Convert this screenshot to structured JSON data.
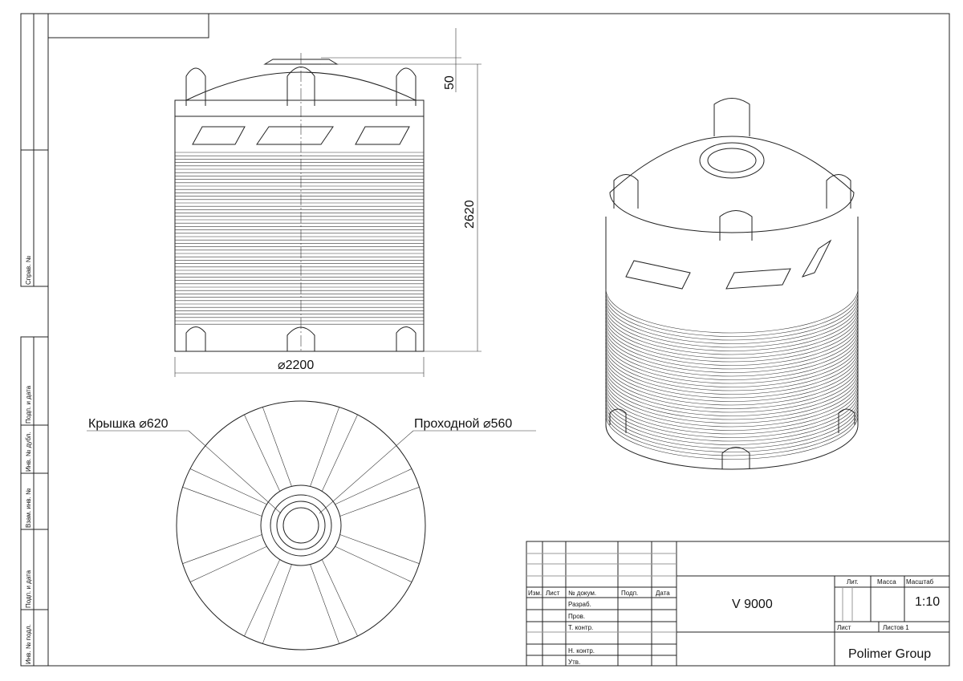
{
  "side_strip": {
    "sprav": "Справ. №",
    "podp_data_1": "Подп. и дата",
    "inv_dubl": "Инв. № дубл.",
    "vzam_inv": "Взам. инв. №",
    "podp_data_2": "Подп. и дата",
    "inv_podl": "Инв. № подл."
  },
  "dimensions": {
    "cap_offset": "50",
    "height": "2620",
    "diameter": "⌀2200",
    "lid_label": "Крышка ⌀620",
    "manhole_label": "Проходной ⌀560"
  },
  "title_block": {
    "headers": {
      "izm": "Изм.",
      "list": "Лист",
      "doc": "№ докум.",
      "podp": "Подп.",
      "data": "Дата"
    },
    "roles": [
      "Разраб.",
      "Пров.",
      "Т. контр.",
      "",
      "Н. контр.",
      "Утв."
    ],
    "designation": "V 9000",
    "lit": "Лит.",
    "mass": "Масса",
    "scale_label": "Масштаб",
    "scale": "1:10",
    "sheet": "Лист",
    "sheets": "Листов 1",
    "company": "Polimer Group"
  }
}
